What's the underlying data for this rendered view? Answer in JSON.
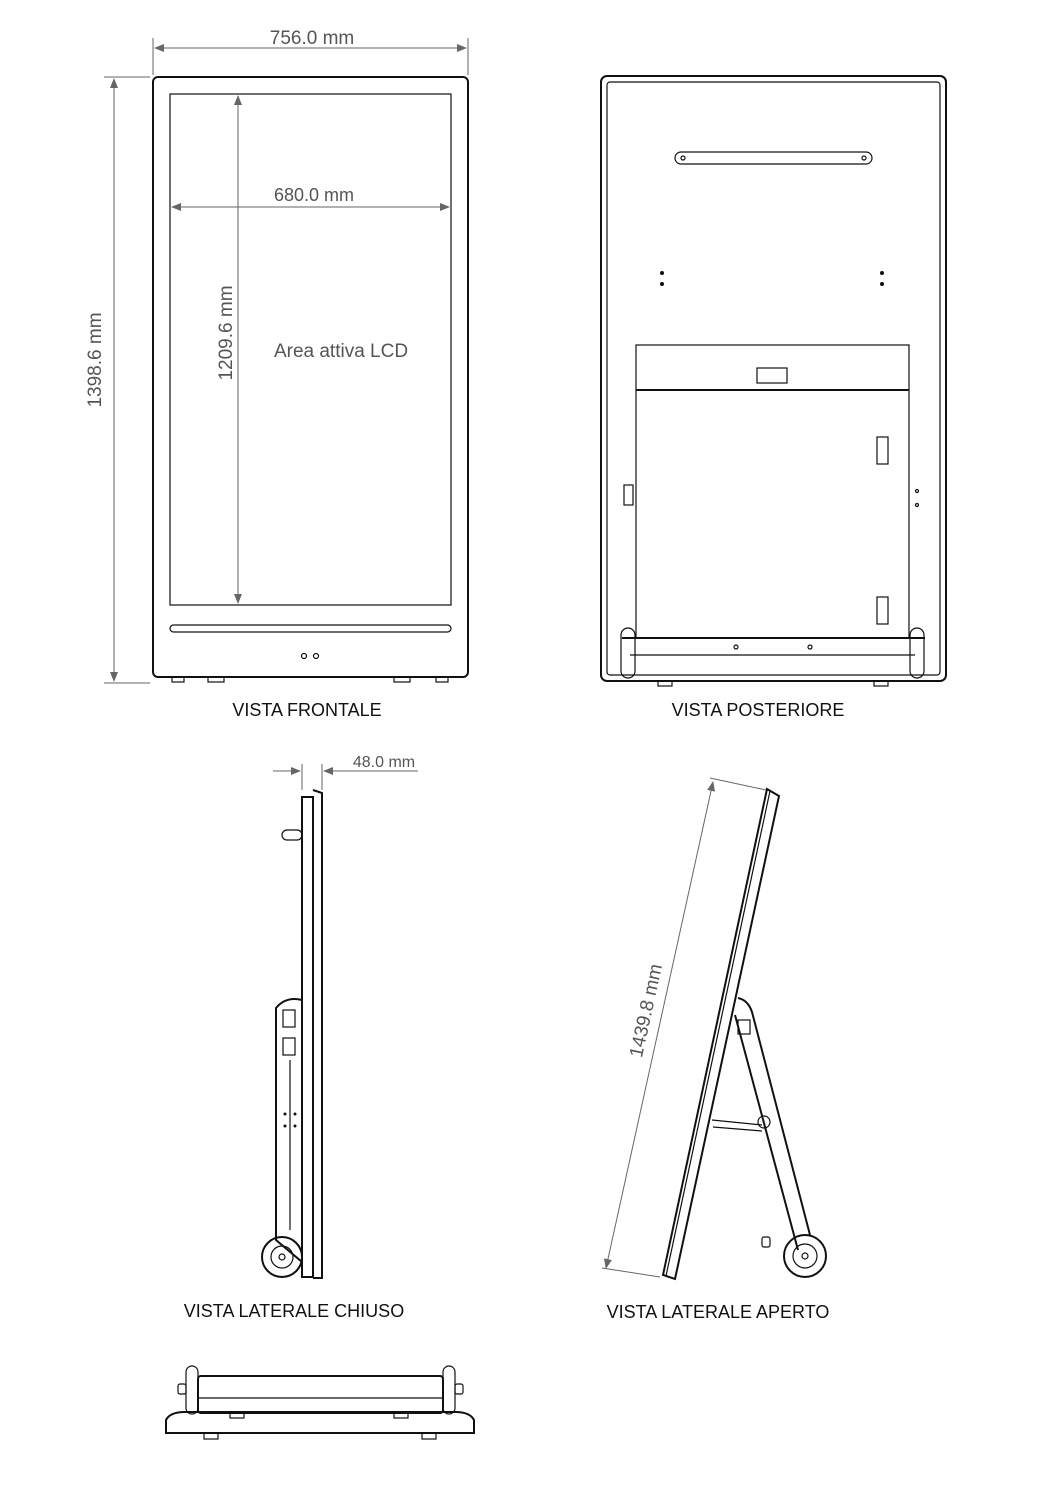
{
  "front": {
    "title": "VISTA FRONTALE",
    "width_dim": "756.0 mm",
    "height_dim": "1398.6 mm",
    "lcd_width_dim": "680.0 mm",
    "lcd_height_dim": "1209.6 mm",
    "lcd_label": "Area attiva LCD"
  },
  "back": {
    "title": "VISTA POSTERIORE"
  },
  "side_closed": {
    "title": "VISTA LATERALE CHIUSO",
    "depth_dim": "48.0 mm"
  },
  "side_open": {
    "title": "VISTA LATERALE APERTO",
    "diag_dim": "1439.8 mm"
  }
}
